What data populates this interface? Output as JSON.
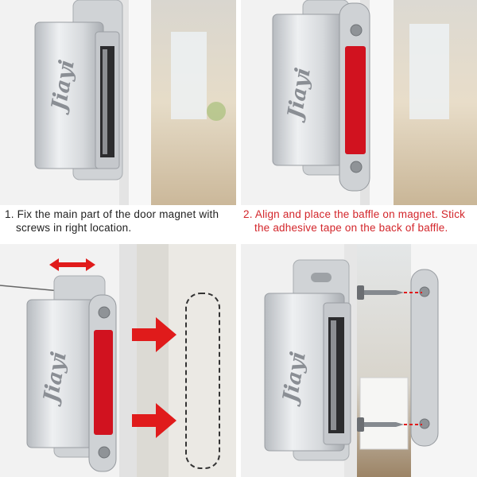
{
  "captions": {
    "step1": {
      "line1": "1. Fix the main part of the door magnet with",
      "line2": "screws in right location.",
      "color": "#222222"
    },
    "step2": {
      "line1": "2. Align and place the baffle on magnet. Stick",
      "line2": "the adhesive tape on the back of baffle.",
      "color": "#d3262b"
    }
  },
  "product": {
    "brand_logo": "Jiayi"
  },
  "colors": {
    "adhesive_red": "#d1121f",
    "arrow_red": "#e01b1b",
    "metal": "#c9ccd0"
  }
}
